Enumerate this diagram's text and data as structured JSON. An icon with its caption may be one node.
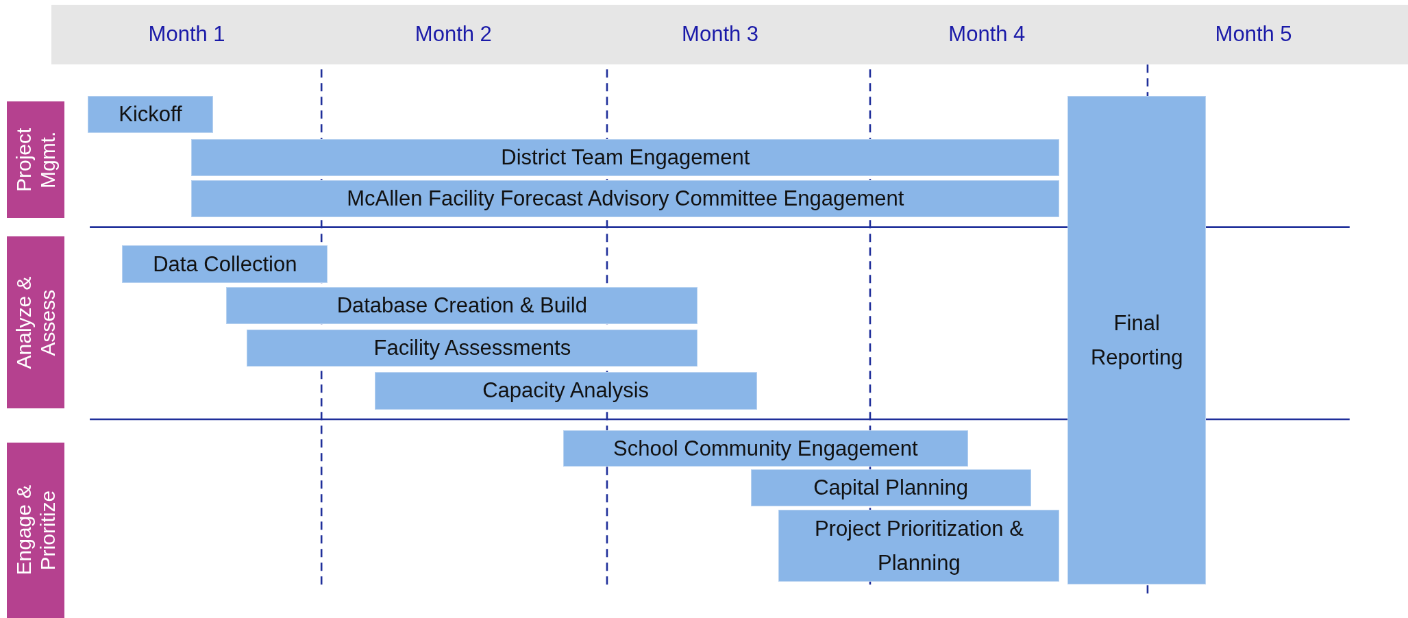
{
  "diagram": {
    "nodes": [
      {
        "text": [
          "Project Mgmt."
        ]
      },
      {
        "text": [
          "Analyze & Assess"
        ]
      },
      {
        "text": [
          "Engage & Prioritize"
        ]
      },
      {
        "text": [
          "Kickoff"
        ]
      },
      {
        "text": [
          "District Team Engagement"
        ]
      },
      {
        "text": [
          "McAllen Facility Forecast Advisory Committee Engagement"
        ]
      },
      {
        "text": [
          "Data Collection"
        ]
      },
      {
        "text": [
          "Database Creation & Build"
        ]
      },
      {
        "text": [
          "Facility Assessments"
        ]
      },
      {
        "text": [
          "Capacity Analysis"
        ]
      },
      {
        "text": [
          "School Community Engagement"
        ]
      },
      {
        "text": [
          "Capital Planning"
        ]
      },
      {
        "text": [
          "Project Prioritization & Planning"
        ]
      },
      {
        "text": [
          "Final Reporting"
        ]
      }
    ],
    "edges": [],
    "labels": [
      "Month 1",
      "Month 2",
      "Month 3",
      "Month 4",
      "Month 5"
    ]
  }
}
